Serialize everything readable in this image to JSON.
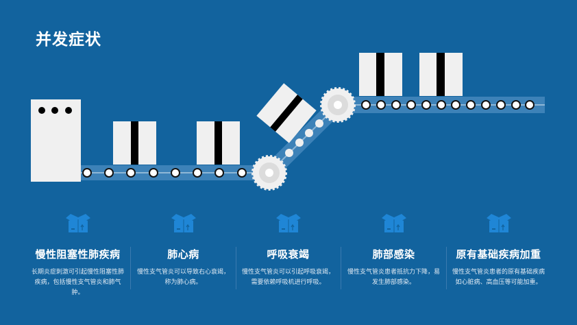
{
  "title": "并发症状",
  "colors": {
    "background": "#12639e",
    "icon": "#1f86d6",
    "belt": "#3d82b8",
    "box": "#f0f0f0"
  },
  "items": [
    {
      "icon": "open-box-icon",
      "title": "慢性阻塞性肺疾病",
      "desc": "长期炎症刺激可引起慢性阻塞性肺疾病，包括慢性支气管炎和肺气肿。"
    },
    {
      "icon": "open-box-icon",
      "title": "肺心病",
      "desc": "慢性支气管炎可以导致右心衰竭，称为肺心病。"
    },
    {
      "icon": "open-box-icon",
      "title": "呼吸衰竭",
      "desc": "慢性支气管炎可以引起呼吸衰竭，需要依赖呼吸机进行呼吸。"
    },
    {
      "icon": "open-box-icon",
      "title": "肺部感染",
      "desc": "慢性支气管炎患者抵抗力下降，易发生肺部感染。"
    },
    {
      "icon": "open-box-icon",
      "title": "原有基础疾病加重",
      "desc": "慢性支气管炎患者的原有基础疾病如心脏病、高血压等可能加重。"
    }
  ]
}
